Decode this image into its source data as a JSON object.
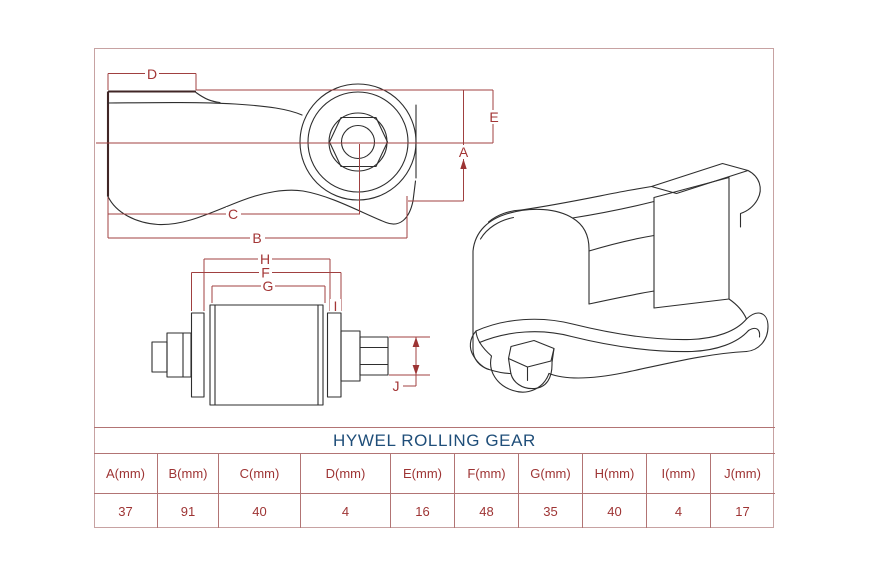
{
  "sheet": {
    "title": "HYWEL ROLLING GEAR",
    "title_color": "#1f4e79",
    "dimension_color": "#a33636",
    "geometry_color": "#2e2e2e",
    "border_color": "#c7a2a2",
    "table_line_color": "#b27474"
  },
  "dims": {
    "a": "A",
    "b": "B",
    "c": "C",
    "d": "D",
    "e": "E",
    "f": "F",
    "g": "G",
    "h": "H",
    "i": "I",
    "j": "J"
  },
  "table": {
    "headers": [
      "A(mm)",
      "B(mm)",
      "C(mm)",
      "D(mm)",
      "E(mm)",
      "F(mm)",
      "G(mm)",
      "H(mm)",
      "I(mm)",
      "J(mm)"
    ],
    "values": [
      "37",
      "91",
      "40",
      "4",
      "16",
      "48",
      "35",
      "40",
      "4",
      "17"
    ]
  }
}
